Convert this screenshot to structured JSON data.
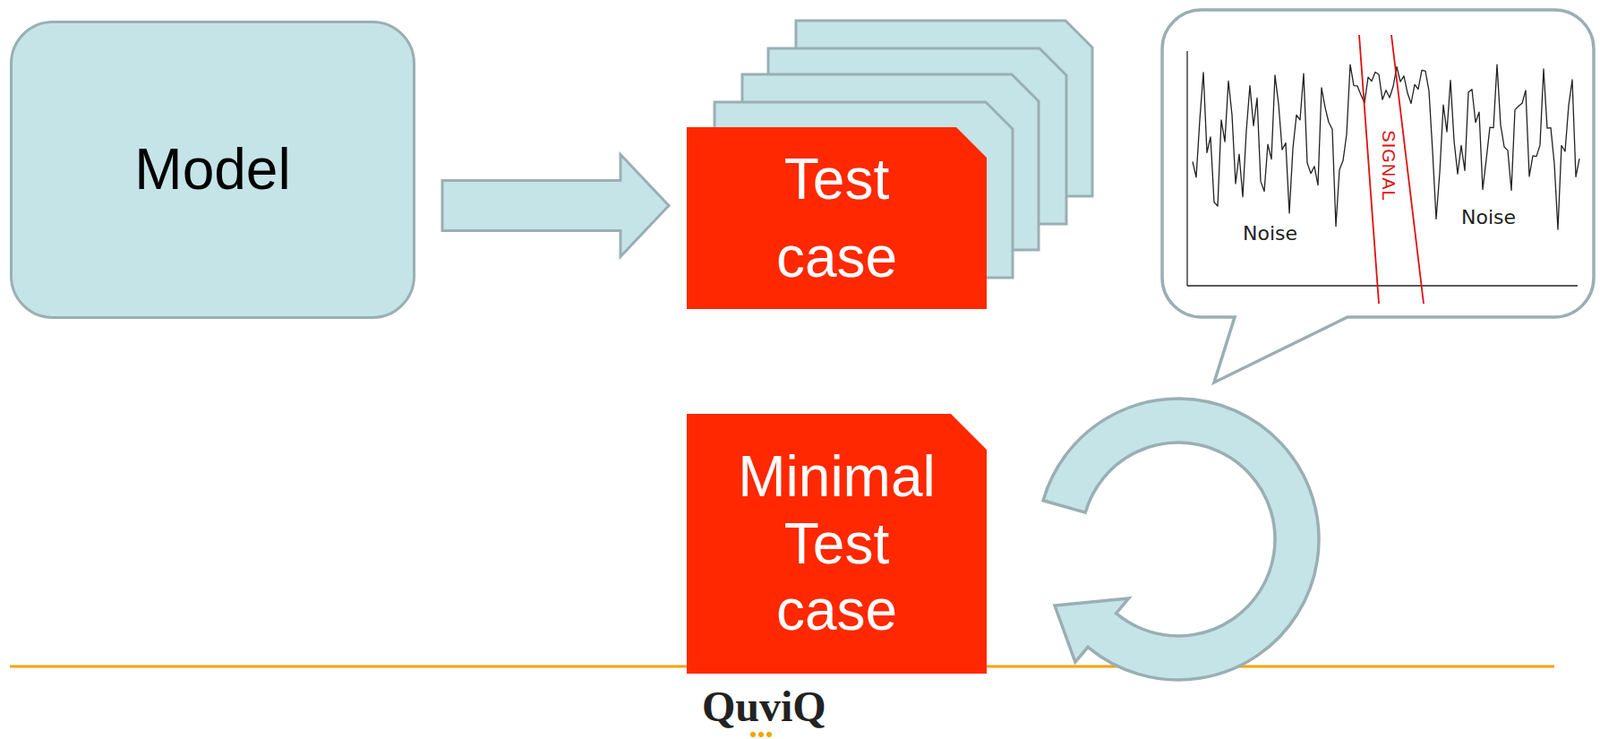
{
  "diagram": {
    "nodes": [
      {
        "text": [
          "Model"
        ]
      },
      {
        "text": [
          "Test case"
        ]
      },
      {
        "text": [
          "Noise",
          "SIGNAL",
          "Noise"
        ]
      },
      {
        "text": [
          "Minimal Test case"
        ]
      }
    ],
    "edges": [
      {
        "from": 0,
        "to": 1,
        "arrow": "to"
      }
    ],
    "labels": [
      "QuviQ"
    ]
  }
}
